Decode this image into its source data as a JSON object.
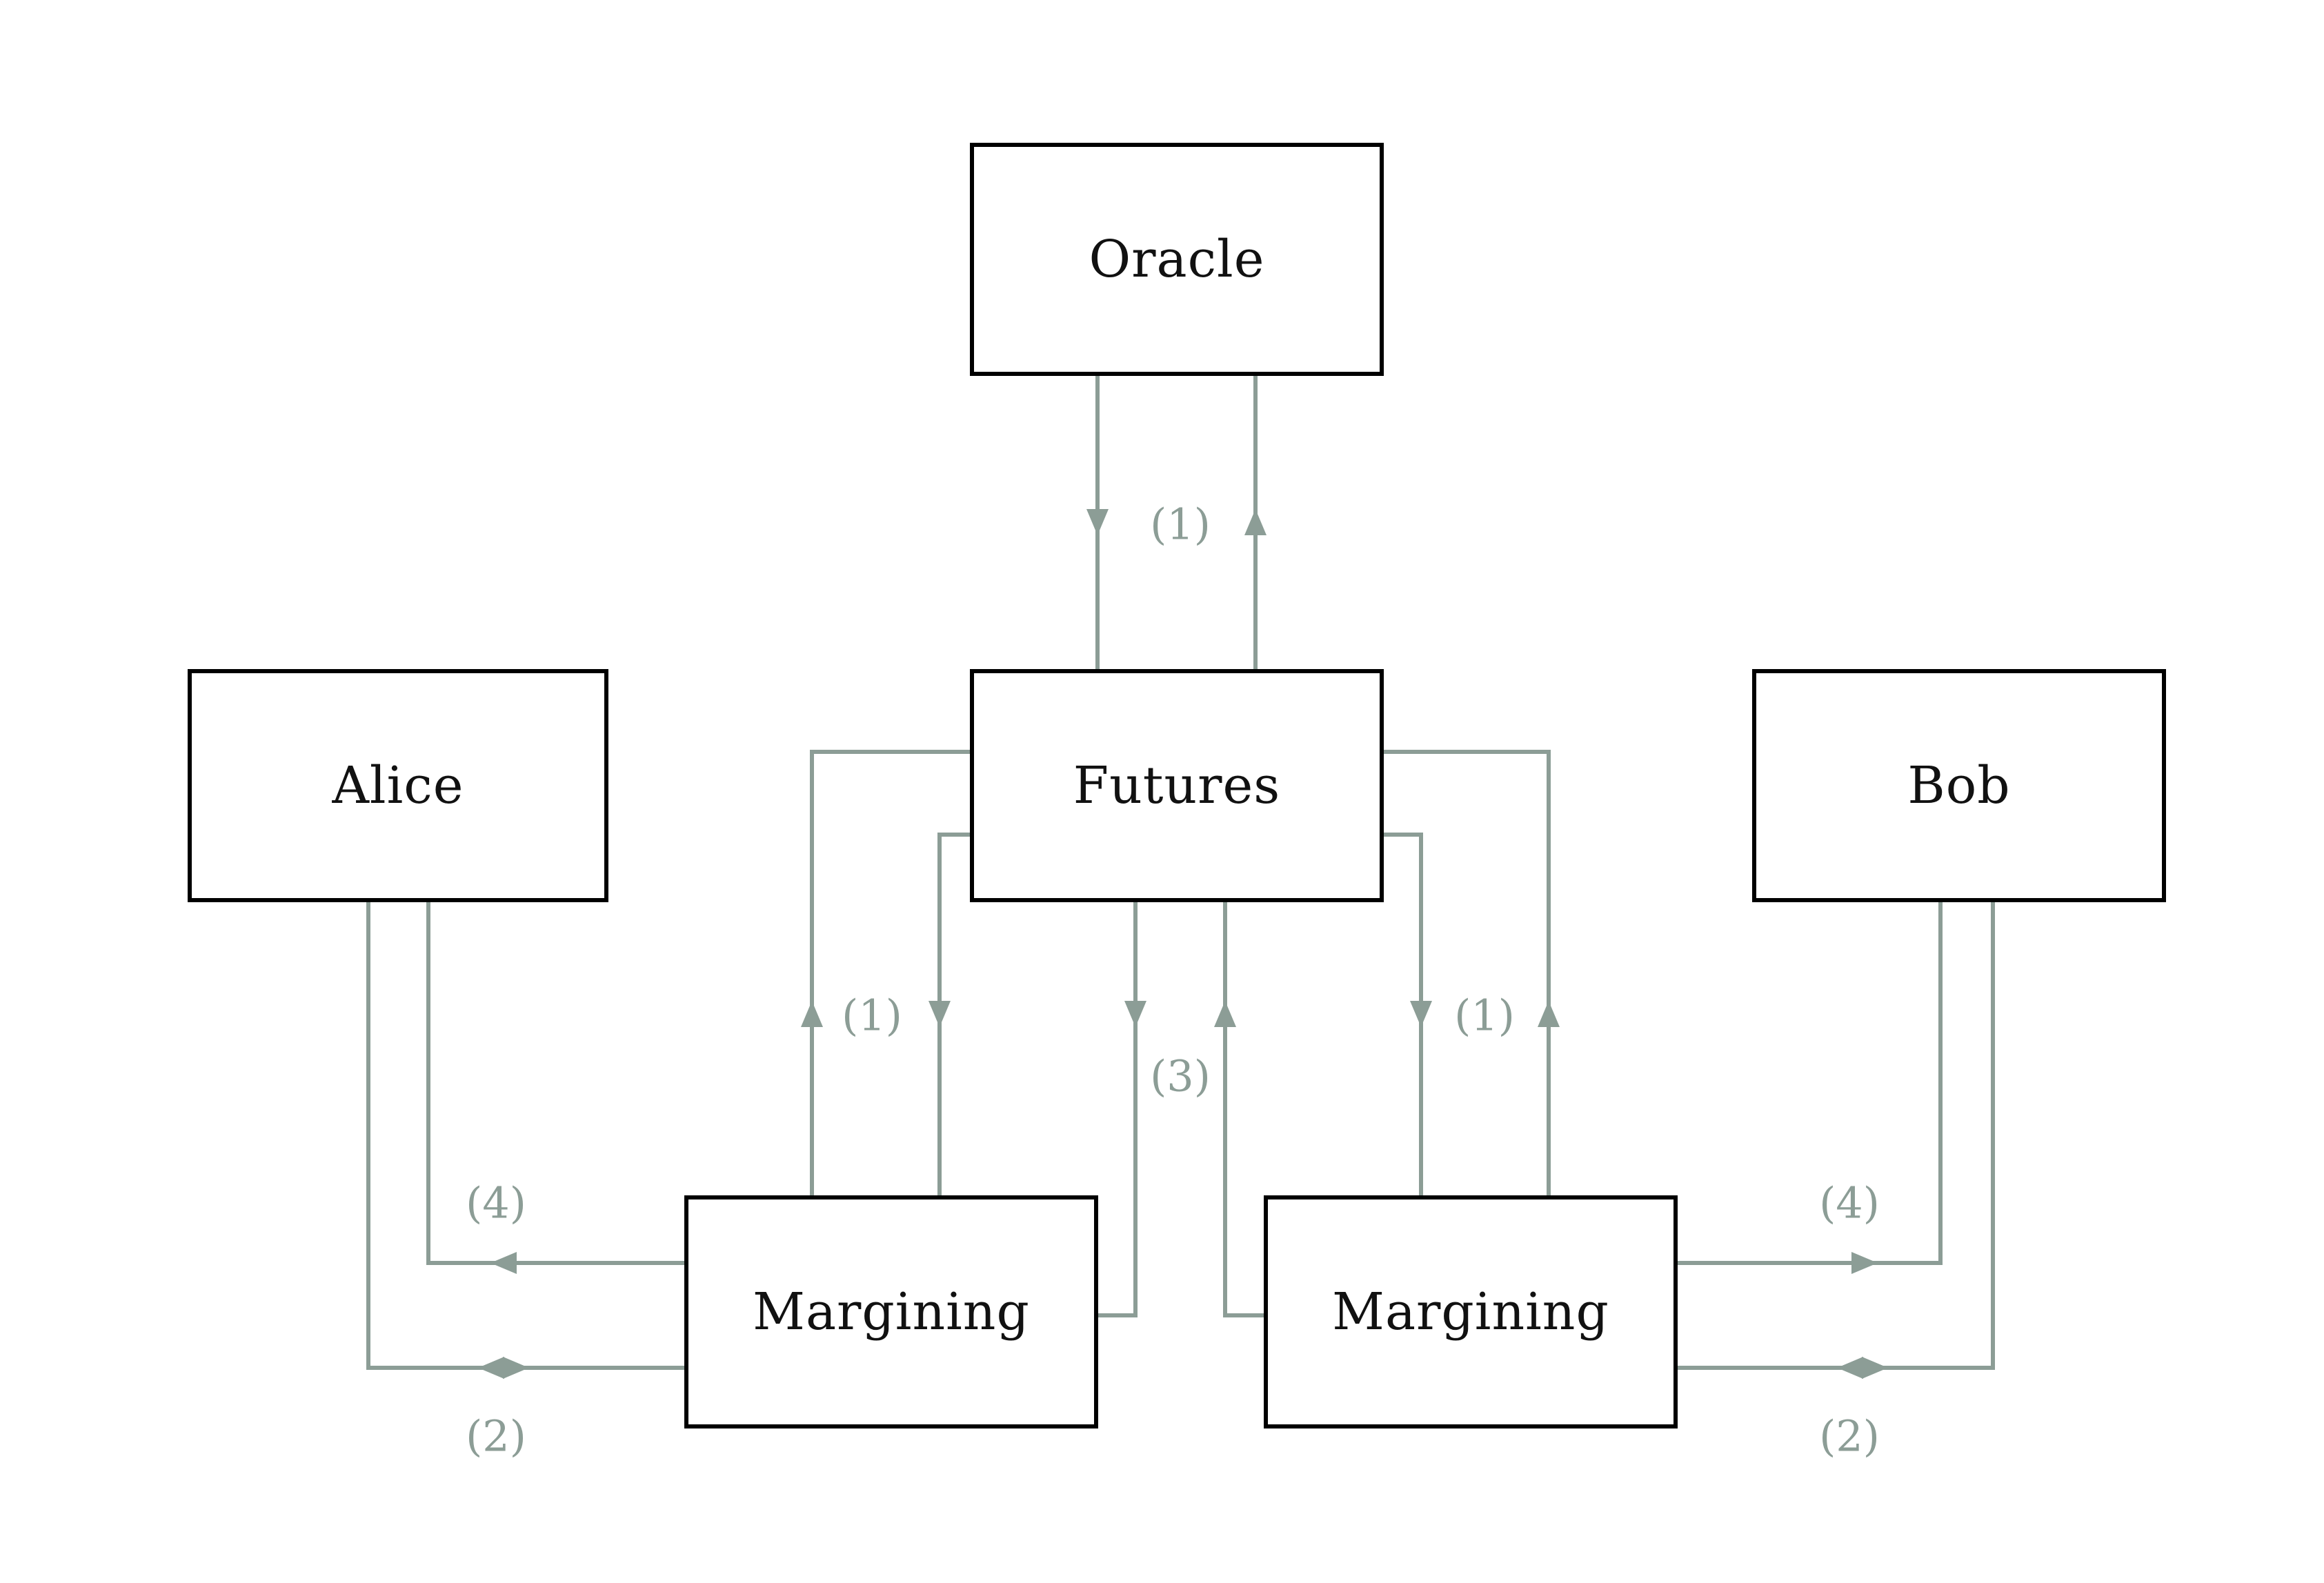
{
  "diagram": {
    "nodes": {
      "oracle": {
        "label": "Oracle"
      },
      "futures": {
        "label": "Futures"
      },
      "alice": {
        "label": "Alice"
      },
      "bob": {
        "label": "Bob"
      },
      "margining_left": {
        "label": "Margining"
      },
      "margining_right": {
        "label": "Margining"
      }
    },
    "edge_labels": {
      "oracle_futures": "(1)",
      "futures_margining_left": "(1)",
      "futures_margining_right": "(1)",
      "futures_center": "(3)",
      "margining_to_alice": "(4)",
      "alice_margining": "(2)",
      "margining_to_bob": "(4)",
      "bob_margining": "(2)"
    }
  },
  "colors": {
    "line": "#8C9D96",
    "box_border": "#000000",
    "box_fill": "#FFFFFF",
    "text": "#111111",
    "background": "#FFFFFF"
  }
}
